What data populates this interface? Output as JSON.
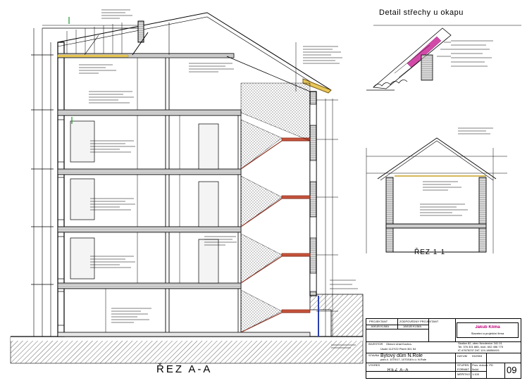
{
  "drawing": {
    "section_title": "ŘEZ A-A",
    "detail_title": "Detail střechy u okapu",
    "section11_title": "ŘEZ 1-1"
  },
  "titleblock": {
    "label_projektant": "PROJEKTANT",
    "name_projektant": "JAKUB KLIMA",
    "label_zodpovedny": "ZODPOVĚDNÝ PROJEKTANT",
    "name_zodpovedny": "JAKUB KLIMA",
    "firm_name": "Jakub Klíma",
    "firm_sub": "Stavební a projekční firma",
    "firm_address": "Skalice 82, obec Nezdenice 341 01",
    "firm_phone": "Tel. 376 301 885, mob. 602 456 770",
    "firm_ic": "IČ 67675237   DIČ 124-1885049/1",
    "label_investor": "INVESTOR",
    "investor_value": "Obecní úřad Kochov",
    "investor_address": "Úsobí 1127/22 Plzeň 301 54",
    "label_stavba": "STAVBA",
    "stavba_value": "Bytový dům N.Role",
    "stavba_sub": "parc.č. 1070/17, 1070/18 k.ú. N.Role",
    "label_vykres": "VÝKRES",
    "vykres_value": "ŘEZ A-A",
    "label_datum": "DATUM",
    "datum_value": "03/2004",
    "label_stupen": "STUPEŇ",
    "stupen_value": "Prov. dokum. PD",
    "label_format": "FORMÁT",
    "format_value": "5xA4",
    "label_meritko": "MĚŘÍTKO",
    "meritko_value": "1:100",
    "sheet_number": "09"
  }
}
